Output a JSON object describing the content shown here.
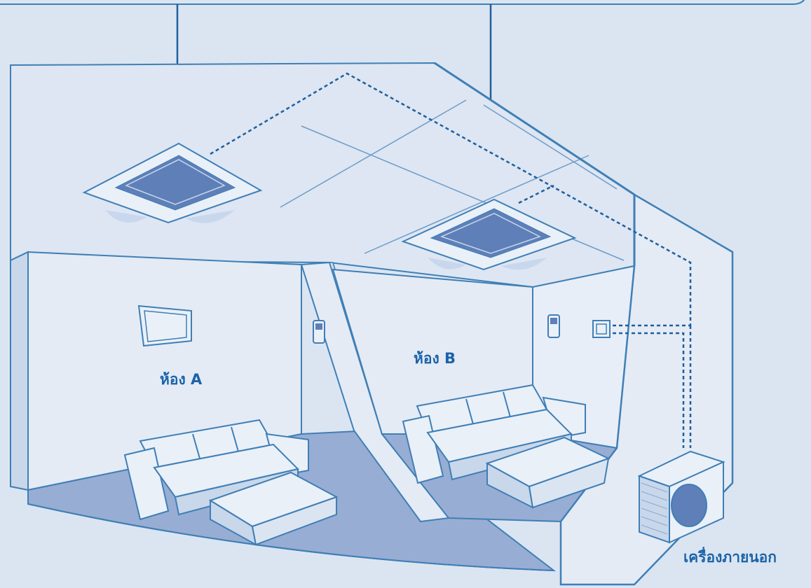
{
  "labels": {
    "room_a": "ห้อง A",
    "room_b": "ห้อง B",
    "outdoor_unit": "เครื่องภายนอก"
  },
  "colors": {
    "background": "#dbe5f1",
    "line": "#3f7fb6",
    "label_text": "#1a63a8",
    "floor": "#98add3",
    "wall": "#e4ebf5",
    "unit_fill": "#eaf0f8",
    "louver": "#5e7fb8"
  },
  "icons": [
    "cassette-ac-unit-icon",
    "remote-controller-icon",
    "outdoor-fan-icon",
    "sofa-icon",
    "coffee-table-icon",
    "picture-frame-icon",
    "wall-switch-icon"
  ]
}
